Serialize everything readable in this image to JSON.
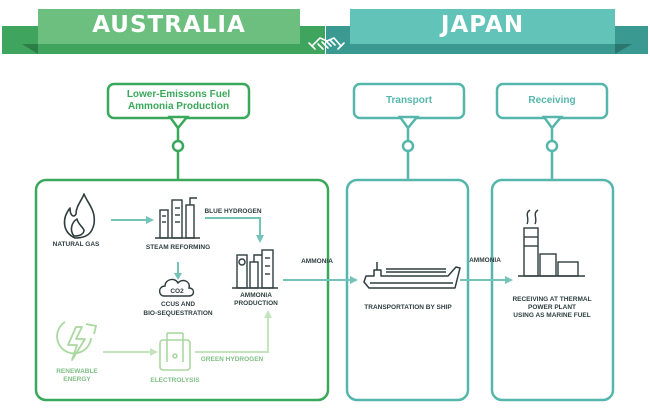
{
  "header": {
    "left_title": "AUSTRALIA",
    "right_title": "JAPAN",
    "handshake_icon": "handshake-icon"
  },
  "colors": {
    "green_dark": "#3ea45e",
    "green_light": "#7ec890",
    "teal_dark": "#3a9a92",
    "teal_light": "#62c4b8",
    "line_green": "#3aa85a",
    "line_teal": "#55b7ac",
    "pale_green": "#a9d8a0",
    "text_dark": "#2f3d3f"
  },
  "stages": {
    "production": "Lower-Emissons Fuel Ammonia Production",
    "transport": "Transport",
    "receiving": "Receiving"
  },
  "nodes": {
    "natural_gas": "NATURAL GAS",
    "steam_reforming": "STEAM REFORMING",
    "blue_hydrogen": "BLUE HYDROGEN",
    "ccus_line1": "CCUS AND",
    "ccus_line2": "BIO-SEQUESTRATION",
    "co2": "CO2",
    "ammonia_production_line1": "AMMONIA",
    "ammonia_production_line2": "PRODUCTION",
    "renewable_line1": "RENEWABLE",
    "renewable_line2": "ENERGY",
    "electrolysis": "ELECTROLYSIS",
    "green_hydrogen": "GREEN HYDROGEN",
    "ammonia_to_ship": "AMMONIA",
    "transportation_by_ship": "TRANSPORTATION BY SHIP",
    "ammonia_to_plant": "AMMONIA",
    "receiving_line1": "RECEIVING AT THERMAL",
    "receiving_line2": "POWER PLANT",
    "receiving_line3": "USING AS MARINE FUEL"
  }
}
